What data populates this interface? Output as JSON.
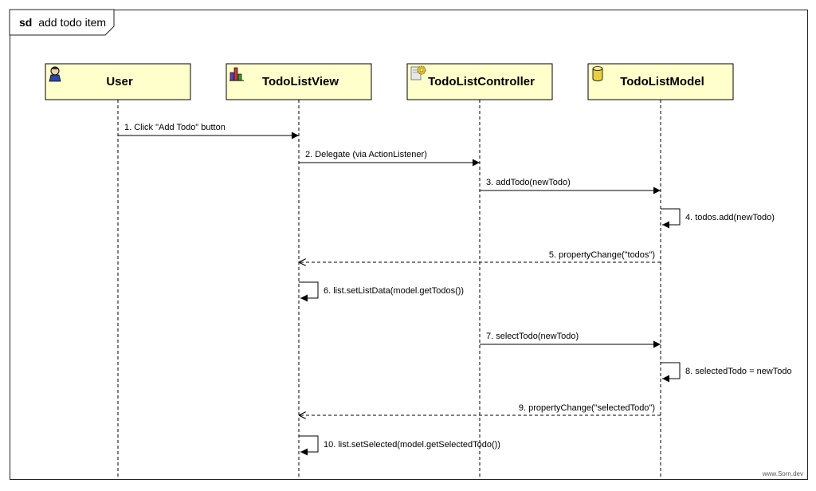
{
  "frame": {
    "keyword": "sd",
    "name": "add todo item"
  },
  "lifelines": [
    {
      "id": "user",
      "title": "User",
      "icon": "actor-icon"
    },
    {
      "id": "view",
      "title": "TodoListView",
      "icon": "chart-icon"
    },
    {
      "id": "controller",
      "title": "TodoListController",
      "icon": "gear-icon"
    },
    {
      "id": "model",
      "title": "TodoListModel",
      "icon": "database-icon"
    }
  ],
  "messages": [
    {
      "label": "1. Click \"Add Todo\" button",
      "from": 0,
      "to": 1,
      "kind": "sync"
    },
    {
      "label": "2. Delegate (via ActionListener)",
      "from": 1,
      "to": 2,
      "kind": "sync"
    },
    {
      "label": "3. addTodo(newTodo)",
      "from": 2,
      "to": 3,
      "kind": "sync"
    },
    {
      "label": "4. todos.add(newTodo)",
      "from": 3,
      "to": 3,
      "kind": "self"
    },
    {
      "label": "5. propertyChange(\"todos\")",
      "from": 3,
      "to": 1,
      "kind": "return"
    },
    {
      "label": "6. list.setListData(model.getTodos())",
      "from": 1,
      "to": 1,
      "kind": "self"
    },
    {
      "label": "7. selectTodo(newTodo)",
      "from": 2,
      "to": 3,
      "kind": "sync"
    },
    {
      "label": "8. selectedTodo = newTodo",
      "from": 3,
      "to": 3,
      "kind": "self"
    },
    {
      "label": "9. propertyChange(\"selectedTodo\")",
      "from": 3,
      "to": 1,
      "kind": "return"
    },
    {
      "label": "10. list.setSelected(model.getSelectedTodo())",
      "from": 1,
      "to": 1,
      "kind": "self"
    }
  ],
  "credit": "www.Sorn.dev",
  "colors": {
    "lifeline_fill": "#ffffcc",
    "line": "#000000"
  }
}
